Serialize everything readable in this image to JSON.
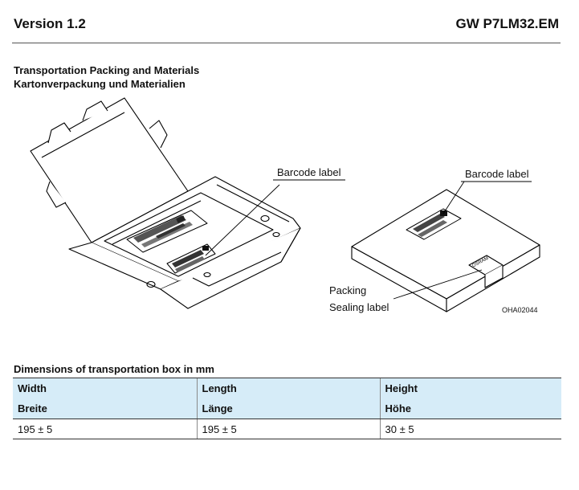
{
  "header": {
    "version": "Version 1.2",
    "product_code": "GW P7LM32.EM"
  },
  "section": {
    "title_en": "Transportation Packing and Materials",
    "title_de": "Kartonverpackung und Materialien"
  },
  "figure": {
    "open_box_label": "Barcode label",
    "closed_box_label": "Barcode label",
    "packing_label_line1": "Packing",
    "packing_label_line2": "Sealing label",
    "figure_code": "OHA02044",
    "seal_stamp": "OSRAM"
  },
  "dimensions": {
    "title": "Dimensions of transportation box in mm",
    "headers": [
      {
        "en": "Width",
        "de": "Breite"
      },
      {
        "en": "Length",
        "de": "Länge"
      },
      {
        "en": "Height",
        "de": "Höhe"
      }
    ],
    "values": [
      "195 ± 5",
      "195 ± 5",
      "30 ± 5"
    ]
  }
}
